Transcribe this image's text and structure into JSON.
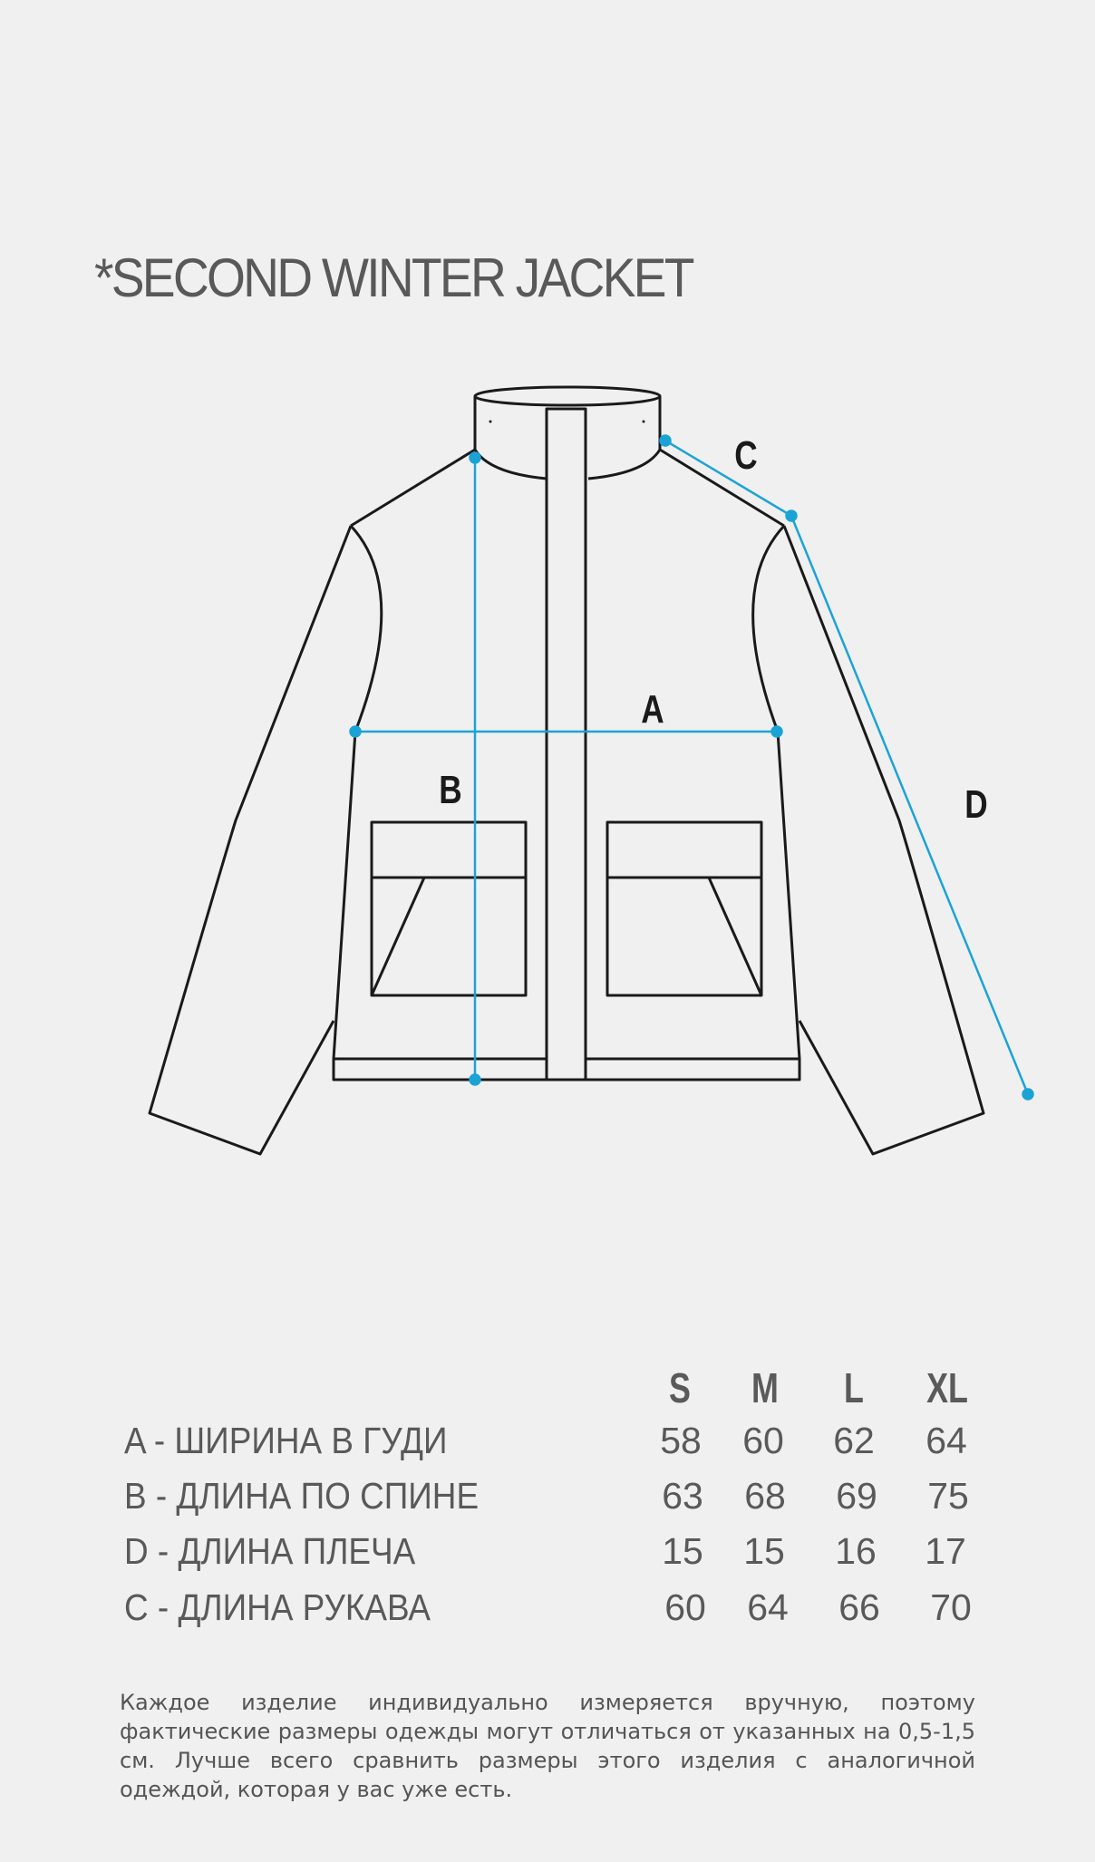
{
  "title": "*SECOND WINTER JACKET",
  "diagram": {
    "labels": {
      "a": "A",
      "b": "B",
      "c": "C",
      "d": "D"
    },
    "measure_color": "#1ba3d6",
    "outline_color": "#1a1a1a"
  },
  "size_table": {
    "sizes": [
      "S",
      "M",
      "L",
      "XL"
    ],
    "rows": [
      {
        "label": "A - ШИРИНА В ГУДИ",
        "values": [
          "58",
          "60",
          "62",
          "64"
        ]
      },
      {
        "label": "B - ДЛИНА ПО СПИНЕ",
        "values": [
          "63",
          "68",
          "69",
          "75"
        ]
      },
      {
        "label": "D - ДЛИНА ПЛЕЧА",
        "values": [
          "15",
          "15",
          "16",
          "17"
        ]
      },
      {
        "label": "C - ДЛИНА РУКАВА",
        "values": [
          "60",
          "64",
          "66",
          "70"
        ]
      }
    ]
  },
  "note": "Каждое изделие индивидуально измеряется вручную, поэтому фактические размеры одежды могут отличаться от указанных на 0,5-1,5 см. Лучше всего сравнить размеры этого изделия с аналогичной одеждой, которая у вас уже есть."
}
